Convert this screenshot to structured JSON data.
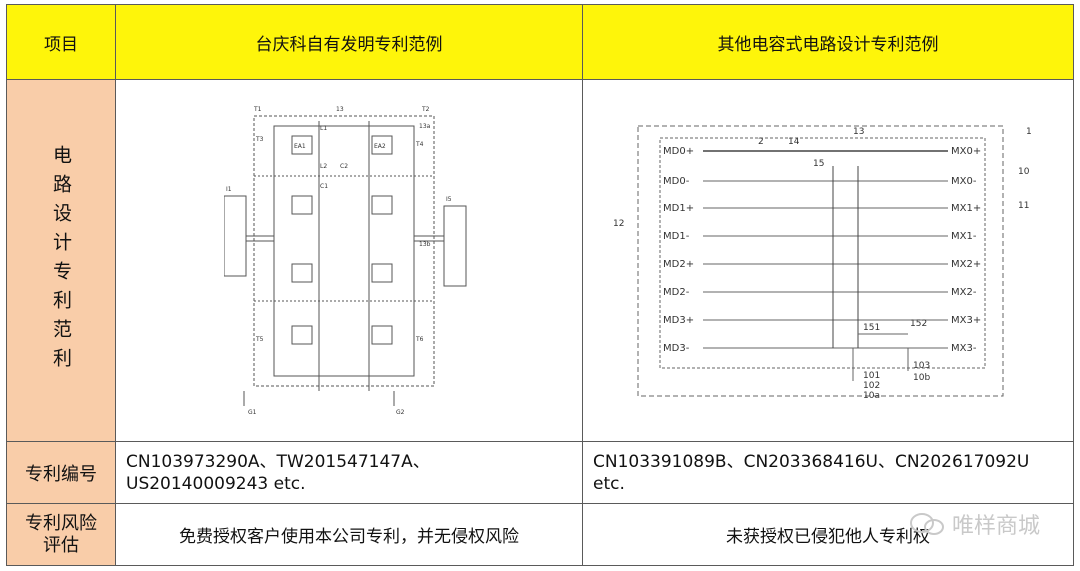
{
  "header": {
    "col1": "项目",
    "col2": "台庆科自有发明专利范例",
    "col3": "其他电容式电路设计专利范例"
  },
  "rows": {
    "circuit": {
      "label": "电路设计专利范利",
      "left_fig_labels": [
        "T1",
        "T2",
        "T3",
        "T4",
        "T5",
        "T6",
        "L1",
        "L2",
        "C1",
        "C2",
        "EA1",
        "EA2",
        "I1",
        "I5",
        "G1",
        "G2",
        "13",
        "13a",
        "13b"
      ],
      "right_fig_labels": {
        "left": [
          "MD0+",
          "MD0-",
          "MD1+",
          "MD1-",
          "MD2+",
          "MD2-",
          "MD3+",
          "MD3-"
        ],
        "right": [
          "MX0+",
          "MX0-",
          "MX1+",
          "MX1-",
          "MX2+",
          "MX2-",
          "MX3+",
          "MX3-"
        ],
        "refs": [
          "1",
          "2",
          "10",
          "11",
          "12",
          "13",
          "14",
          "15",
          "101",
          "102",
          "103",
          "10a",
          "10b",
          "151",
          "152"
        ]
      }
    },
    "patent_no": {
      "label": "专利编号",
      "left_line1": "CN103973290A、TW201547147A、",
      "left_line2": "US20140009243 etc.",
      "right_line1": "CN103391089B、CN203368416U、CN202617092U",
      "right_line2": "etc."
    },
    "risk": {
      "label_line1": "专利风险",
      "label_line2": "评估",
      "left": "免费授权客户使用本公司专利，并无侵权风险",
      "right": "未获授权已侵犯他人专利权"
    }
  },
  "watermark": "唯样商城",
  "colors": {
    "header": "#fef50a",
    "label": "#f9cda9",
    "border": "#5a5a5a"
  }
}
